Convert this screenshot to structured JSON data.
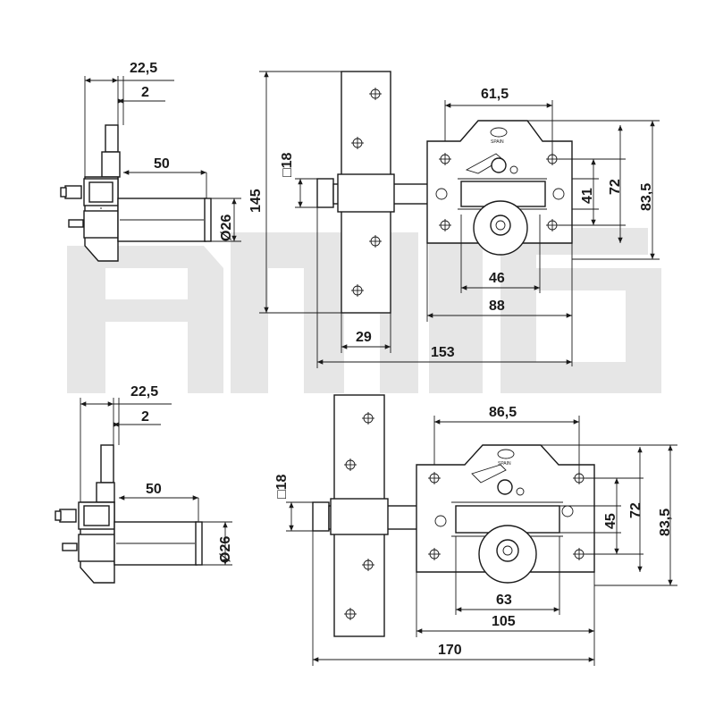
{
  "watermark": "amig",
  "top": {
    "side": {
      "d_22_5": "22,5",
      "d_2": "2",
      "d_50": "50",
      "d_26": "Ø26"
    },
    "front": {
      "d_61_5": "61,5",
      "d_145": "145",
      "d_18": "□18",
      "d_41": "41",
      "d_72": "72",
      "d_83_5": "83,5",
      "d_46": "46",
      "d_88": "88",
      "d_29": "29",
      "d_153": "153",
      "brand": "SPAIN"
    }
  },
  "bottom": {
    "side": {
      "d_22_5": "22,5",
      "d_2": "2",
      "d_50": "50",
      "d_26": "Ø26"
    },
    "front": {
      "d_86_5": "86,5",
      "d_18": "□18",
      "d_45": "45",
      "d_72": "72",
      "d_83_5": "83,5",
      "d_63": "63",
      "d_105": "105",
      "d_170": "170",
      "brand": "SPAIN"
    }
  }
}
